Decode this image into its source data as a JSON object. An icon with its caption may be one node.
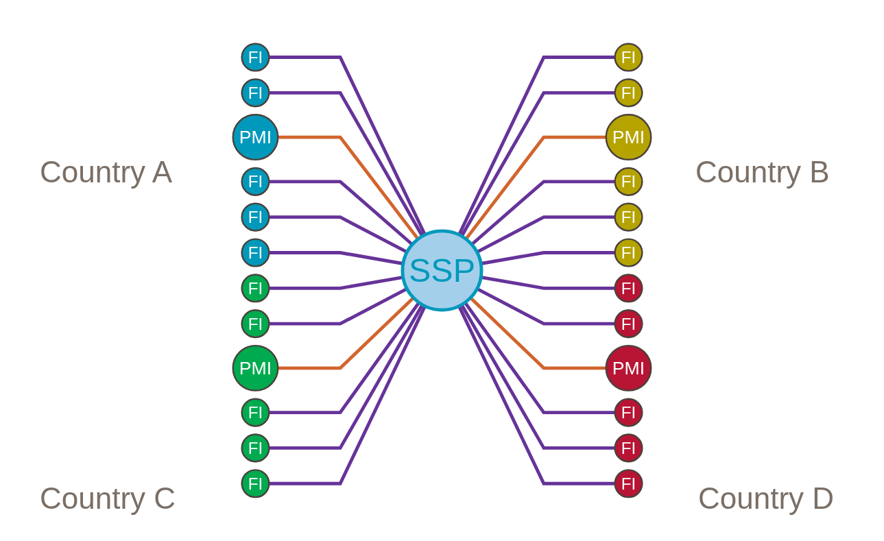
{
  "diagram": {
    "nodes": [
      {
        "text": [
          "SSP"
        ]
      },
      {
        "text": [
          "FI"
        ]
      },
      {
        "text": [
          "FI"
        ]
      },
      {
        "text": [
          "PMI"
        ]
      },
      {
        "text": [
          "FI"
        ]
      },
      {
        "text": [
          "FI"
        ]
      },
      {
        "text": [
          "FI"
        ]
      },
      {
        "text": [
          "FI"
        ]
      },
      {
        "text": [
          "FI"
        ]
      },
      {
        "text": [
          "PMI"
        ]
      },
      {
        "text": [
          "FI"
        ]
      },
      {
        "text": [
          "FI"
        ]
      },
      {
        "text": [
          "FI"
        ]
      },
      {
        "text": [
          "FI"
        ]
      },
      {
        "text": [
          "FI"
        ]
      },
      {
        "text": [
          "PMI"
        ]
      },
      {
        "text": [
          "FI"
        ]
      },
      {
        "text": [
          "FI"
        ]
      },
      {
        "text": [
          "FI"
        ]
      },
      {
        "text": [
          "FI"
        ]
      },
      {
        "text": [
          "FI"
        ]
      },
      {
        "text": [
          "PMI"
        ]
      },
      {
        "text": [
          "FI"
        ]
      },
      {
        "text": [
          "FI"
        ]
      },
      {
        "text": [
          "FI"
        ]
      }
    ],
    "edges": [
      {
        "from": 1,
        "to": 0,
        "arrow": "none"
      },
      {
        "from": 2,
        "to": 0,
        "arrow": "none"
      },
      {
        "from": 3,
        "to": 0,
        "arrow": "none",
        "color": "#d2642e"
      },
      {
        "from": 4,
        "to": 0,
        "arrow": "none"
      },
      {
        "from": 5,
        "to": 0,
        "arrow": "none"
      },
      {
        "from": 6,
        "to": 0,
        "arrow": "none"
      },
      {
        "from": 0,
        "to": 7,
        "arrow": "none"
      },
      {
        "from": 0,
        "to": 8,
        "arrow": "none"
      },
      {
        "from": 0,
        "to": 9,
        "arrow": "none",
        "color": "#d2642e"
      },
      {
        "from": 0,
        "to": 10,
        "arrow": "none"
      },
      {
        "from": 0,
        "to": 11,
        "arrow": "none"
      },
      {
        "from": 0,
        "to": 12,
        "arrow": "none"
      },
      {
        "from": 13,
        "to": 0,
        "arrow": "none"
      },
      {
        "from": 14,
        "to": 0,
        "arrow": "none"
      },
      {
        "from": 15,
        "to": 0,
        "arrow": "none",
        "color": "#d2642e"
      },
      {
        "from": 16,
        "to": 0,
        "arrow": "none"
      },
      {
        "from": 17,
        "to": 0,
        "arrow": "none"
      },
      {
        "from": 18,
        "to": 0,
        "arrow": "none"
      },
      {
        "from": 0,
        "to": 19,
        "arrow": "none"
      },
      {
        "from": 0,
        "to": 20,
        "arrow": "none"
      },
      {
        "from": 0,
        "to": 21,
        "arrow": "none",
        "color": "#d2642e"
      },
      {
        "from": 0,
        "to": 22,
        "arrow": "none"
      },
      {
        "from": 0,
        "to": 23,
        "arrow": "none"
      },
      {
        "from": 0,
        "to": 24,
        "arrow": "none"
      }
    ],
    "labels": [
      "Country A",
      "Country B",
      "Country C",
      "Country D"
    ]
  }
}
